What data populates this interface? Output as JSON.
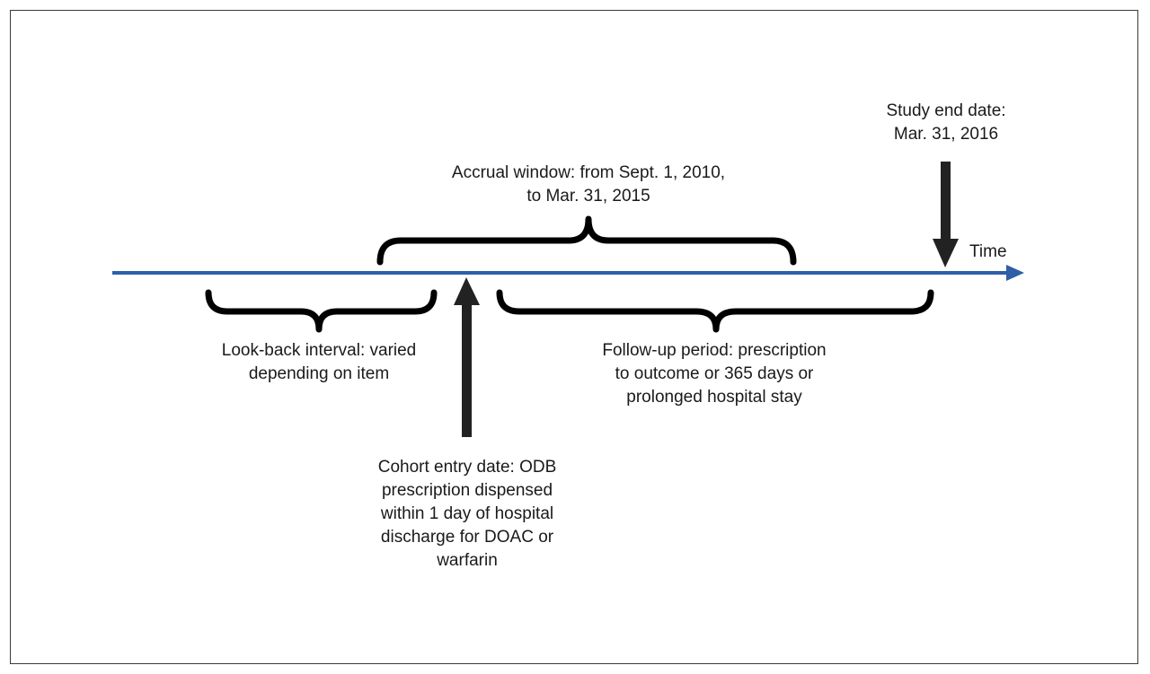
{
  "timeline": {
    "axis_label": "Time",
    "axis_color": "#2e5fa8",
    "ink_color": "#000000"
  },
  "labels": {
    "study_end": "Study end date:\nMar. 31, 2016",
    "accrual_window": "Accrual window: from Sept. 1, 2010,\nto Mar. 31, 2015",
    "look_back": "Look-back interval: varied\ndepending on item",
    "follow_up": "Follow-up period: prescription\nto outcome or 365 days or\nprolonged hospital stay",
    "cohort_entry": "Cohort entry date: ODB\nprescription dispensed\nwithin 1 day of hospital\ndischarge for DOAC or\nwarfarin"
  }
}
